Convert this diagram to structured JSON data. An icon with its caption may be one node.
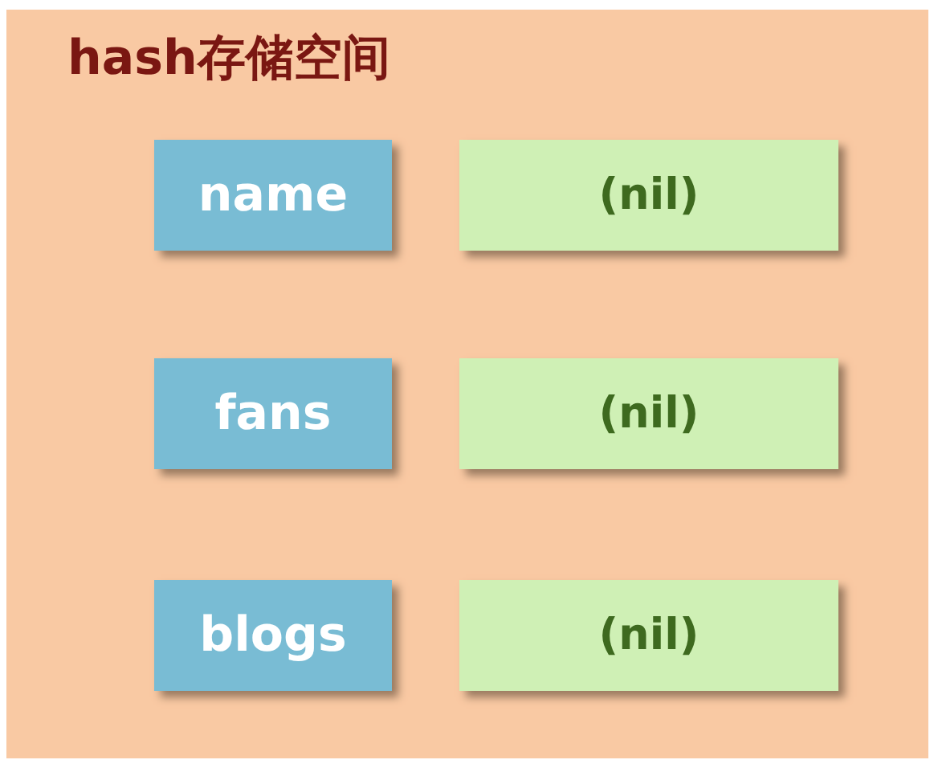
{
  "diagram": {
    "nodes": [
      {
        "text": [
          "hash存储空间"
        ]
      },
      {
        "text": [
          "name"
        ],
        "in": 0
      },
      {
        "text": [
          "(nil)"
        ],
        "in": 0
      },
      {
        "text": [
          "fans"
        ],
        "in": 0
      },
      {
        "text": [
          "(nil)"
        ],
        "in": 0
      },
      {
        "text": [
          "blogs"
        ],
        "in": 0
      },
      {
        "text": [
          "(nil)"
        ],
        "in": 0
      }
    ]
  }
}
